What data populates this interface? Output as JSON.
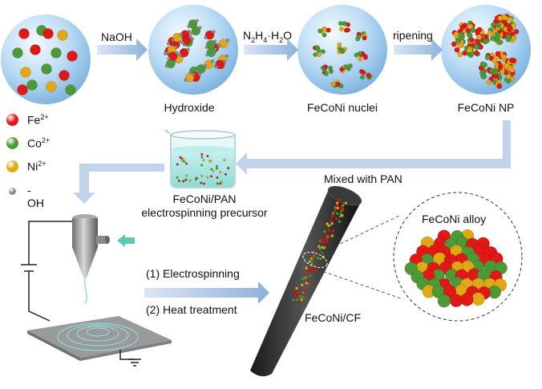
{
  "labels": {
    "naoh": "NaOH",
    "hydrazine": {
      "n": "N",
      "n_sub": "2",
      "h": "H",
      "h_sub": "4",
      "rest": "·H",
      "rest_sub": "2",
      "o": "O"
    },
    "ripening": "ripening",
    "hydroxide": "Hydroxide",
    "nuclei": "FeCoNi nuclei",
    "np": "FeCoNi NP",
    "mixed": "Mixed with PAN",
    "precursor_line1": "FeCoNi/PAN",
    "precursor_line2": "electrospinning  precursor",
    "step1": "(1) Electrospinning",
    "step2": "(2) Heat treatment",
    "cf": "FeCoNi/CF",
    "alloy": "FeCoNi alloy"
  },
  "legend": [
    {
      "ion": "Fe",
      "charge": "2+",
      "color": "#e01818"
    },
    {
      "ion": "Co",
      "charge": "2+",
      "color": "#4c9a36"
    },
    {
      "ion": "Ni",
      "charge": "2+",
      "color": "#e0a815"
    },
    {
      "ion": "-OH",
      "charge": "",
      "color": "#8c8c8c"
    }
  ],
  "colors": {
    "fe": "#e01818",
    "co": "#4c9a36",
    "ni": "#e0a815",
    "oh": "#8c8c8c",
    "arrow": "#b8cde8",
    "sphere": "#9cc8ea"
  }
}
